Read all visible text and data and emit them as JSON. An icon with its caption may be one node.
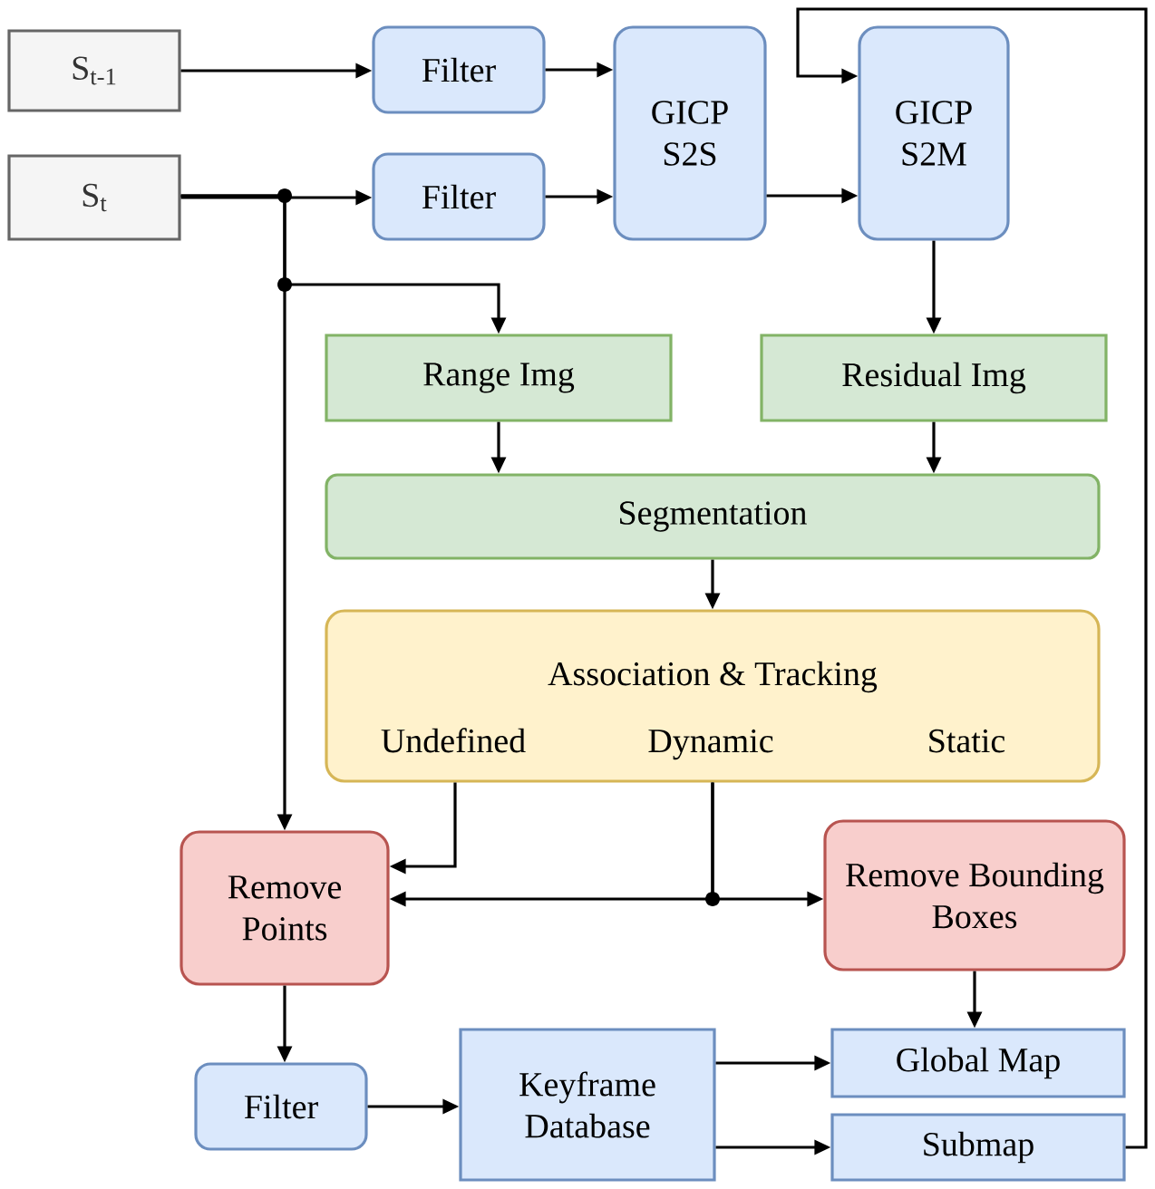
{
  "diagram": {
    "nodes": [
      {
        "text": [
          "S$_{t-1}$"
        ]
      },
      {
        "text": [
          "S$_{t}$"
        ]
      },
      {
        "text": [
          "Filter"
        ]
      },
      {
        "text": [
          "Filter"
        ]
      },
      {
        "text": [
          "GICP S2S"
        ]
      },
      {
        "text": [
          "GICP S2M"
        ]
      },
      {
        "text": [
          "Range Img"
        ]
      },
      {
        "text": [
          "Residual Img"
        ]
      },
      {
        "text": [
          "Segmentation"
        ]
      },
      {
        "text": [
          "Association & Tracking",
          "Undefined",
          "Dynamic",
          "Static"
        ]
      },
      {
        "text": [
          "Remove Points"
        ]
      },
      {
        "text": [
          "Remove Bounding Boxes"
        ]
      },
      {
        "text": [
          "Filter"
        ]
      },
      {
        "text": [
          "Keyframe Database"
        ]
      },
      {
        "text": [
          "Global Map"
        ]
      },
      {
        "text": [
          "Submap"
        ]
      }
    ],
    "edges": [
      {
        "from": 0,
        "to": 2,
        "arrow": "to"
      },
      {
        "from": 1,
        "to": 3,
        "arrow": "to"
      },
      {
        "from": 2,
        "to": 4,
        "arrow": "to"
      },
      {
        "from": 3,
        "to": 4,
        "arrow": "to"
      },
      {
        "from": 4,
        "to": 5,
        "arrow": "to"
      },
      {
        "from": 15,
        "to": 5,
        "arrow": "to"
      },
      {
        "from": 1,
        "to": 6,
        "arrow": "to"
      },
      {
        "from": 1,
        "to": 10,
        "arrow": "to"
      },
      {
        "from": 5,
        "to": 7,
        "arrow": "to"
      },
      {
        "from": 6,
        "to": 8,
        "arrow": "to"
      },
      {
        "from": 7,
        "to": 8,
        "arrow": "to"
      },
      {
        "from": 8,
        "to": 9,
        "arrow": "to"
      },
      {
        "from": 9,
        "to": 10,
        "arrow": "to"
      },
      {
        "from": 9,
        "to": 10,
        "arrow": "to"
      },
      {
        "from": 9,
        "to": 11,
        "arrow": "to"
      },
      {
        "from": 11,
        "to": 14,
        "arrow": "to"
      },
      {
        "from": 10,
        "to": 12,
        "arrow": "to"
      },
      {
        "from": 12,
        "to": 13,
        "arrow": "to"
      },
      {
        "from": 13,
        "to": 14,
        "arrow": "to"
      },
      {
        "from": 13,
        "to": 15,
        "arrow": "to"
      }
    ]
  }
}
